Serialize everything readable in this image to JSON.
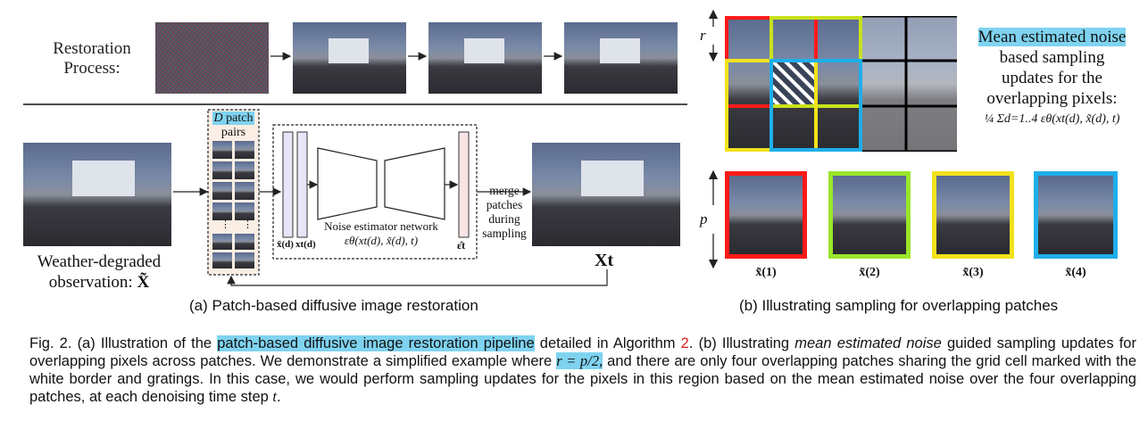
{
  "panel_a": {
    "restoration_label_1": "Restoration",
    "restoration_label_2": "Process:",
    "patch_pairs_d": "D",
    "patch_pairs_word": " patch",
    "patch_pairs_2": "pairs",
    "network_label": "Noise estimator network",
    "network_formula": "εθ(xt(d), x̃(d), t)",
    "input_x_tilde": "x̃(d)",
    "input_x": "xt(d)",
    "output_eps": "ε̂t",
    "merge_1": "merge",
    "merge_2": "patches",
    "merge_3": "during",
    "merge_4": "sampling",
    "output_xt": "Xt",
    "obs_1": "Weather-degraded",
    "obs_2": "observation:",
    "obs_var": "X̃",
    "subcaption": "(a) Patch-based diffusive image restoration"
  },
  "panel_b": {
    "r_label": "r",
    "p_label": "p",
    "note_1": "Mean estimated noise",
    "note_2": "based sampling",
    "note_3": "updates for the",
    "note_4": "overlapping pixels:",
    "formula": "¼ Σd=1..4 εθ(xt(d), x̃(d), t)",
    "patch_labels": [
      "x̃(1)",
      "x̃(2)",
      "x̃(3)",
      "x̃(4)"
    ],
    "patch_colors": [
      "#ff1a1a",
      "#9be62a",
      "#f2e21c",
      "#1eaeea"
    ],
    "subcaption": "(b) Illustrating sampling for overlapping patches"
  },
  "caption": {
    "part1": "Fig. 2. (a) Illustration of the ",
    "highlight1": "patch-based diffusive image restoration pipeline",
    "part2": " detailed in Algorithm ",
    "algo_ref": "2",
    "part3": ". (b) Illustrating ",
    "italic1": "mean estimated noise",
    "part4": " guided sampling updates for overlapping pixels across patches. We demonstrate a simplified example where ",
    "math1": "r = p/2,",
    "part5": " and there are only four overlapping patches sharing the grid cell marked with the white border and gratings. In this case, we would perform sampling updates for the pixels in this region based on the mean estimated noise over the four overlapping patches, at each denoising time step ",
    "math2": "t",
    "part6": "."
  }
}
